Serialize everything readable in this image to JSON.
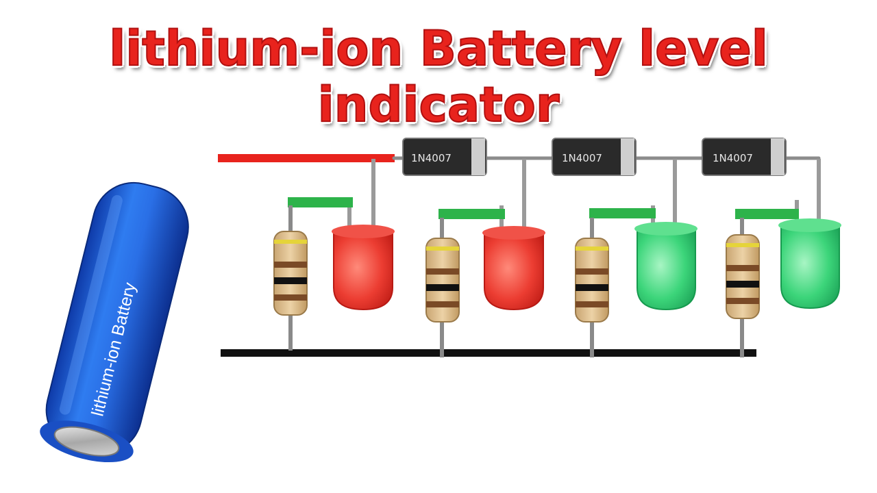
{
  "title": "lithium-ion Battery level indicator",
  "battery": {
    "label": "lithium-ion Battery",
    "color": "#1f5fd6"
  },
  "diodes": [
    {
      "label": "1N4007"
    },
    {
      "label": "1N4007"
    },
    {
      "label": "1N4007"
    }
  ],
  "leds": [
    {
      "color": "red"
    },
    {
      "color": "red"
    },
    {
      "color": "green"
    },
    {
      "color": "green"
    }
  ],
  "resistors": [
    {
      "bands": [
        "yellow",
        "brown",
        "black",
        "brown"
      ]
    },
    {
      "bands": [
        "yellow",
        "brown",
        "black",
        "brown"
      ]
    },
    {
      "bands": [
        "yellow",
        "brown",
        "black",
        "brown"
      ]
    },
    {
      "bands": [
        "yellow",
        "brown",
        "black",
        "brown"
      ]
    }
  ],
  "wire_colors": {
    "positive": "#e8231d",
    "ground": "#111111",
    "link": "#2db34a"
  }
}
